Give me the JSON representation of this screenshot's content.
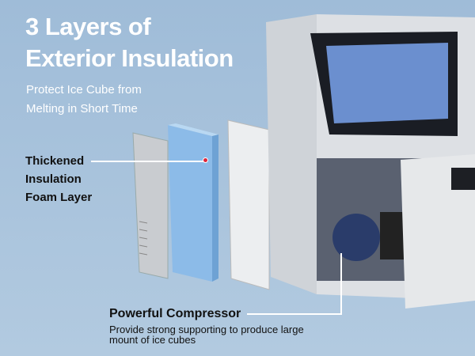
{
  "headline": {
    "line1": "3 Layers of",
    "line2": "Exterior Insulation"
  },
  "subtitle": {
    "line1": "Protect Ice Cube from",
    "line2": "Melting in Short Time"
  },
  "foam_callout": {
    "line1": "Thickened",
    "line2": "Insulation",
    "line3": "Foam Layer"
  },
  "compressor_callout": {
    "title": "Powerful Compressor",
    "desc_line1": "Provide strong supporting to produce large",
    "desc_line2": "mount of ice cubes"
  },
  "colors": {
    "background": "#a7c2dc",
    "accent_dot": "#e0253a"
  }
}
